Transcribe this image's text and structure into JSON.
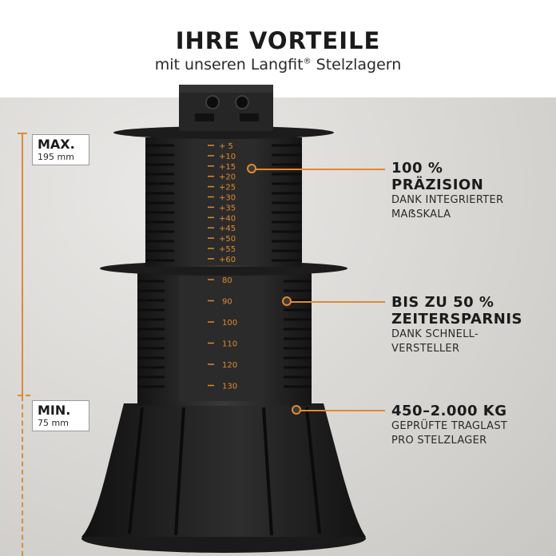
{
  "header": {
    "title": "IHRE VORTEILE",
    "subtitle_pre": "mit unseren Langfit",
    "subtitle_reg": "®",
    "subtitle_post": " Stelzlagern"
  },
  "dimensions": {
    "max_label": "MAX.",
    "max_value": "195 mm",
    "min_label": "MIN.",
    "min_value": "75 mm"
  },
  "scale_upper": [
    "+ 5",
    "+10",
    "+15",
    "+20",
    "+25",
    "+30",
    "+35",
    "+40",
    "+45",
    "+50",
    "+55",
    "+60"
  ],
  "scale_lower": [
    "80",
    "90",
    "100",
    "110",
    "120",
    "130"
  ],
  "features": [
    {
      "headline_1": "100 %",
      "headline_2": "PRÄZISION",
      "desc_1": "DANK INTEGRIERTER",
      "desc_2": "MAẞSKALA"
    },
    {
      "headline_1": "BIS ZU 50 %",
      "headline_2": "ZEITERSPARNIS",
      "desc_1": "DANK SCHNELL-",
      "desc_2": "VERSTELLER"
    },
    {
      "headline_1": "450–2.000 KG",
      "headline_2": "",
      "desc_1": "GEPRÜFTE TRAGLAST",
      "desc_2": "PRO STELZLAGER"
    }
  ],
  "colors": {
    "accent": "#e08a2e",
    "product": "#262626",
    "background": "#d7d5d2"
  }
}
